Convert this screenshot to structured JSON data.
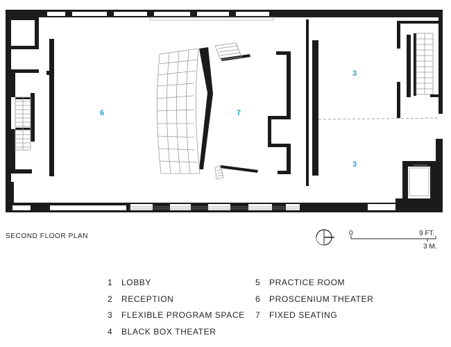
{
  "plan": {
    "title": "SECOND FLOOR PLAN",
    "room_labels": [
      "6",
      "7",
      "3",
      "3"
    ],
    "accent_color": "#1e9ed6"
  },
  "scale": {
    "zero_label": "0",
    "feet_label": "9 FT.",
    "meters_label": "3 M."
  },
  "legend": [
    {
      "num": "1",
      "label": "LOBBY"
    },
    {
      "num": "2",
      "label": "RECEPTION"
    },
    {
      "num": "3",
      "label": "FLEXIBLE PROGRAM SPACE"
    },
    {
      "num": "4",
      "label": "BLACK BOX THEATER"
    },
    {
      "num": "5",
      "label": "PRACTICE ROOM"
    },
    {
      "num": "6",
      "label": "PROSCENIUM THEATER"
    },
    {
      "num": "7",
      "label": "FIXED SEATING"
    }
  ]
}
